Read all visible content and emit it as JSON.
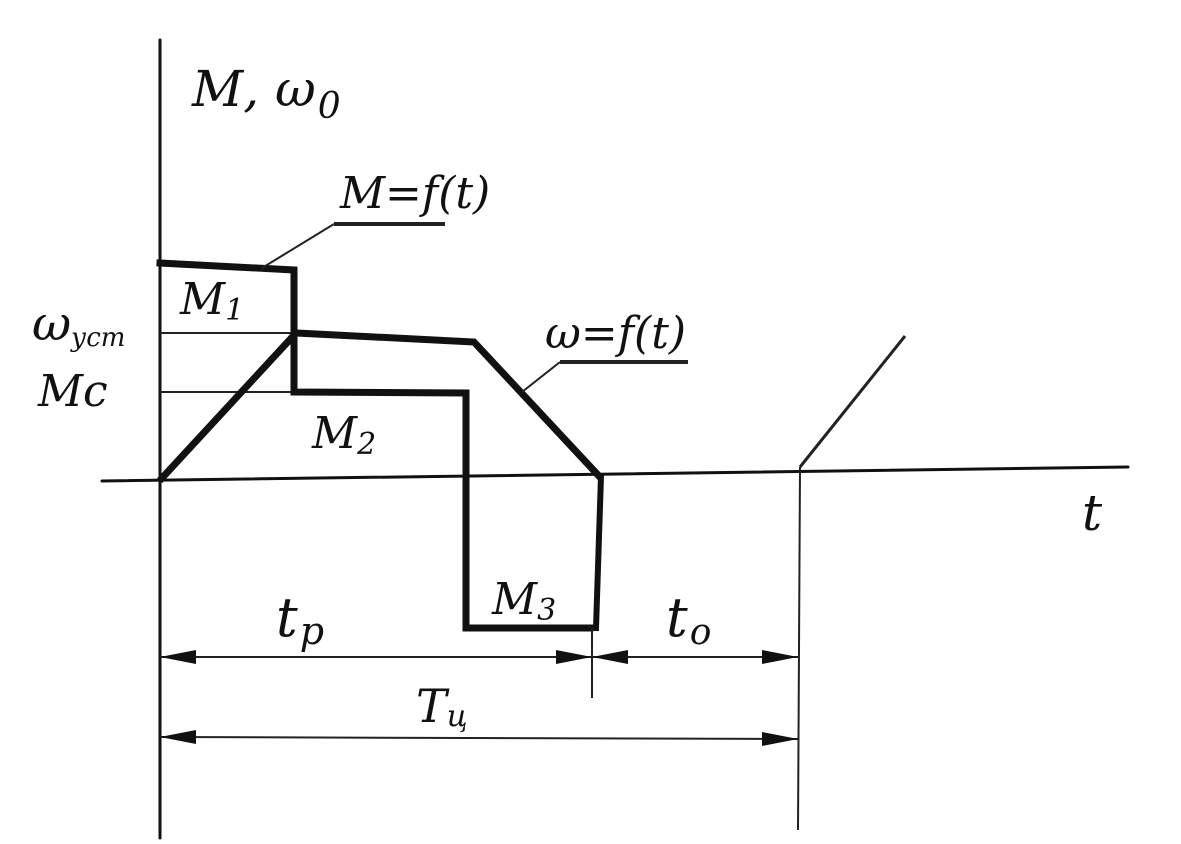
{
  "labels": {
    "y_axis": "M, ω",
    "y_axis_sub": "0",
    "x_axis": "t",
    "torque_curve": "M=f(t)",
    "speed_curve": "ω=f(t)",
    "omega_steady": "ω",
    "omega_steady_sub": "уст",
    "m_c": "Mc",
    "m1": "M",
    "m1_sub": "1",
    "m2": "M",
    "m2_sub": "2",
    "m3": "M",
    "m3_sub": "3",
    "t_work": "t",
    "t_work_sub": "р",
    "t_off": "t",
    "t_off_sub": "о",
    "t_cycle": "T",
    "t_cycle_sub": "ц"
  },
  "colors": {
    "ink": "#111111",
    "background": "#ffffff"
  }
}
